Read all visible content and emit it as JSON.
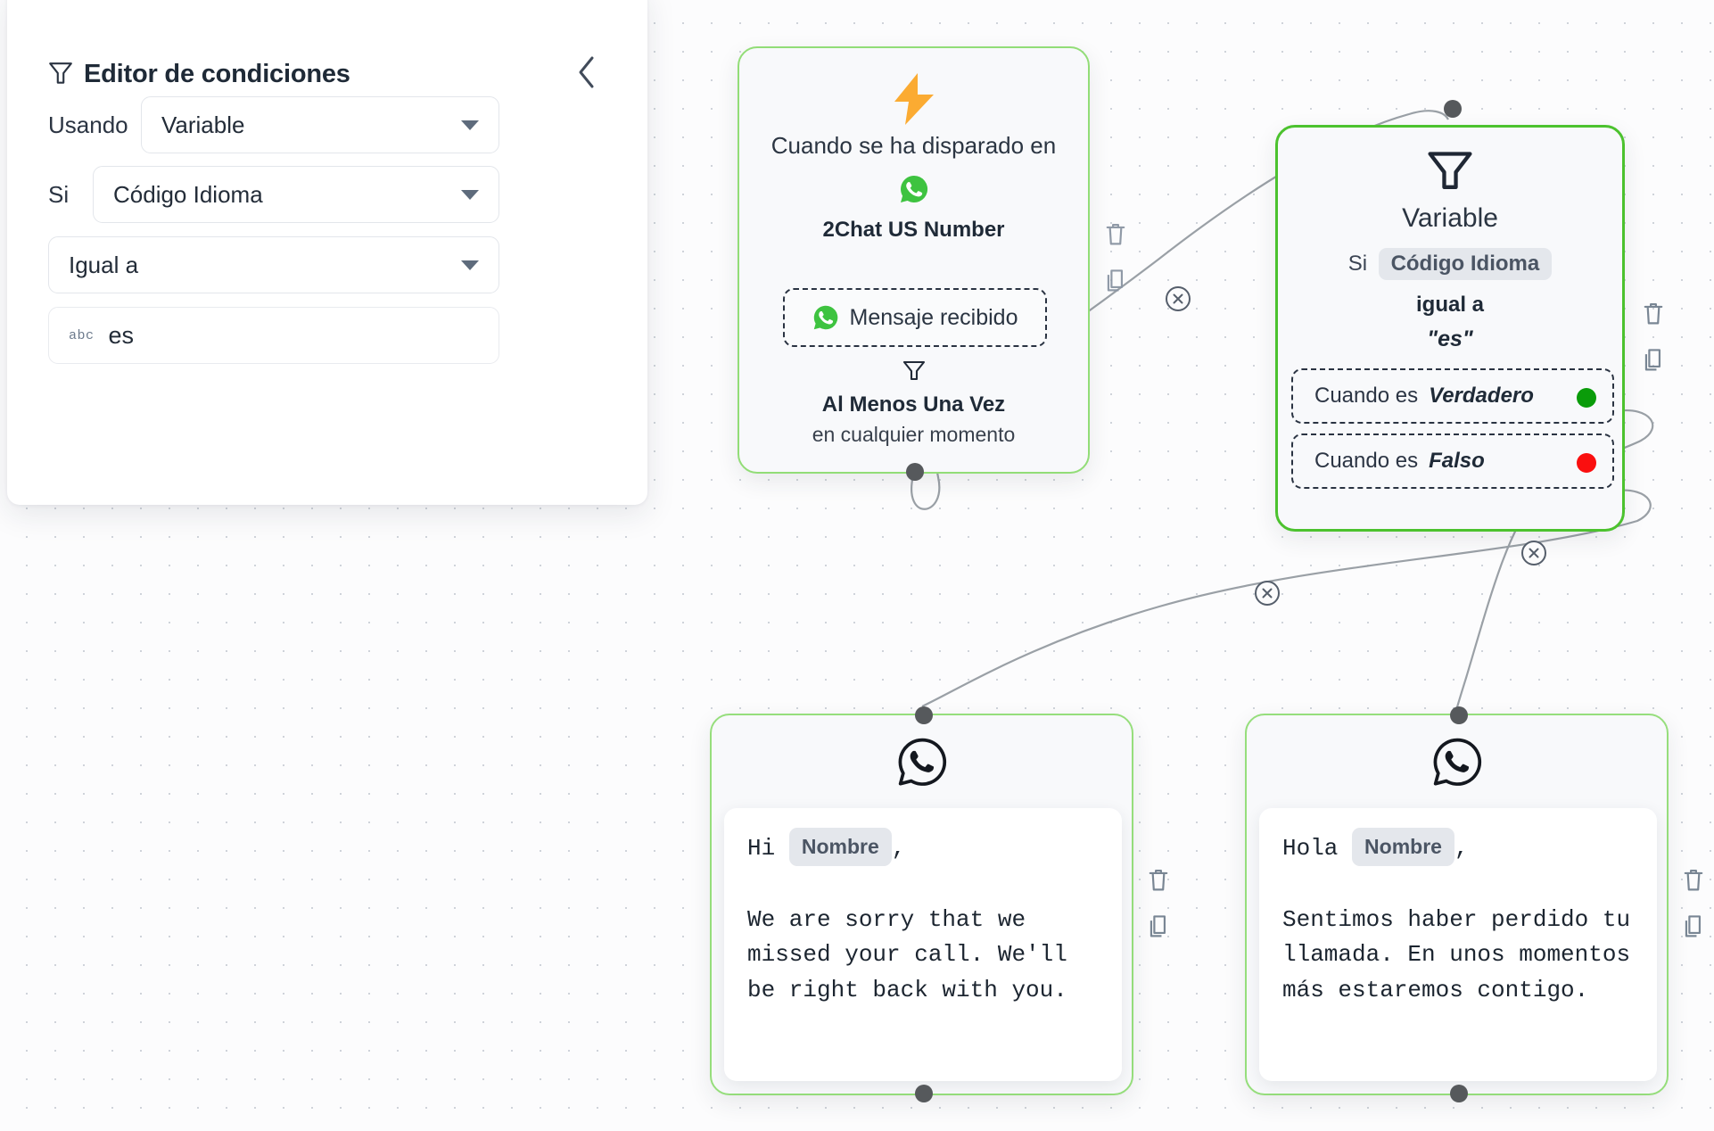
{
  "panel": {
    "title": "Editor de condiciones",
    "title_icon": "funnel-icon",
    "collapse_icon": "chevron-left-icon",
    "usando_label": "Usando",
    "usando_value": "Variable",
    "si_label": "Si",
    "si_value": "Código Idioma",
    "operator_value": "Igual a",
    "value_type_icon": "abc",
    "value": "es"
  },
  "nodes": {
    "trigger": {
      "icon": "lightning-bolt-icon",
      "headline": "Cuando se ha disparado en",
      "channel_icon": "whatsapp-icon",
      "channel": "2Chat US Number",
      "event_icon": "whatsapp-icon",
      "event": "Mensaje recibido",
      "frequency_icon": "funnel-icon",
      "frequency": "Al Menos Una Vez",
      "frequency_sub": "en cualquier momento"
    },
    "condition": {
      "icon": "funnel-icon",
      "title": "Variable",
      "if_label": "Si",
      "variable": "Código Idioma",
      "operator": "igual a",
      "value": "\"es\"",
      "true_label_prefix": "Cuando es ",
      "true_label": "Verdadero",
      "false_label_prefix": "Cuando es ",
      "false_label": "Falso",
      "true_color": "#0a9c0a",
      "false_color": "#fa0f0f"
    },
    "message_en": {
      "icon": "whatsapp-icon",
      "greeting": "Hi",
      "variable_chip": "Nombre",
      "comma": ",",
      "body": "We are sorry that we missed your call. We'll be right back with you."
    },
    "message_es": {
      "icon": "whatsapp-icon",
      "greeting": "Hola",
      "variable_chip": "Nombre",
      "comma": ",",
      "body": "Sentimos haber perdido tu llamada. En unos momentos más estaremos contigo."
    }
  },
  "tools": {
    "delete_icon": "trash-icon",
    "duplicate_icon": "copy-icon",
    "remove_edge_icon": "close-circle-icon"
  },
  "colors": {
    "accent_green": "#4cc22e",
    "node_green": "#92dd77",
    "whatsapp_green": "#3ec340",
    "bolt_orange": "#f9a825"
  }
}
